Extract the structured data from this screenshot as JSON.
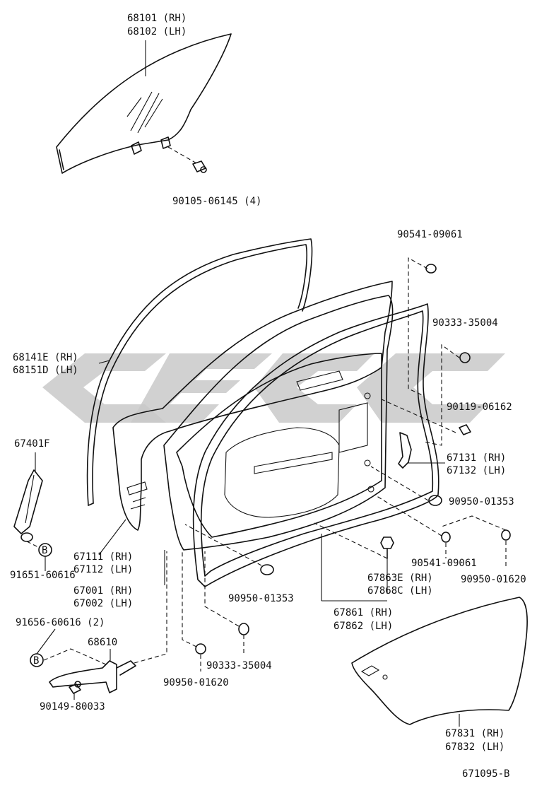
{
  "diagram_id": "671095-B",
  "parts": {
    "glass": [
      "68101 (RH)",
      "68102 (LH)"
    ],
    "glass_bolt": "90105-06145 (4)",
    "clip_top": "90541-09061",
    "plug_a": "90333-35004",
    "bolt_b": "90119-06162",
    "check_bracket": [
      "67131 (RH)",
      "67132 (LH)"
    ],
    "weatherstrip": [
      "68141E (RH)",
      "68151D (LH)"
    ],
    "hinge_rod": "67401F",
    "screw_a": "91651-60616",
    "panel_outer": [
      "67111 (RH)",
      "67112 (LH)"
    ],
    "door_panel": [
      "67001 (RH)",
      "67002 (LH)"
    ],
    "hole_plug_right": "90950-01353",
    "clip_right": "90541-09061",
    "plug_right_low": "90950-01620",
    "clip_mid": [
      "67863E (RH)",
      "67868C (LH)"
    ],
    "plug_center": "90950-01353",
    "weatherstrip_lower": [
      "67861 (RH)",
      "67862 (LH)"
    ],
    "screw_b": "91656-60616 (2)",
    "door_check": "68610",
    "plug_b": "90333-35004",
    "plug_left_low": "90950-01620",
    "bolt_c": "90149-80033",
    "service_cover": [
      "67831 (RH)",
      "67832 (LH)"
    ],
    "circle_letter": "B"
  }
}
